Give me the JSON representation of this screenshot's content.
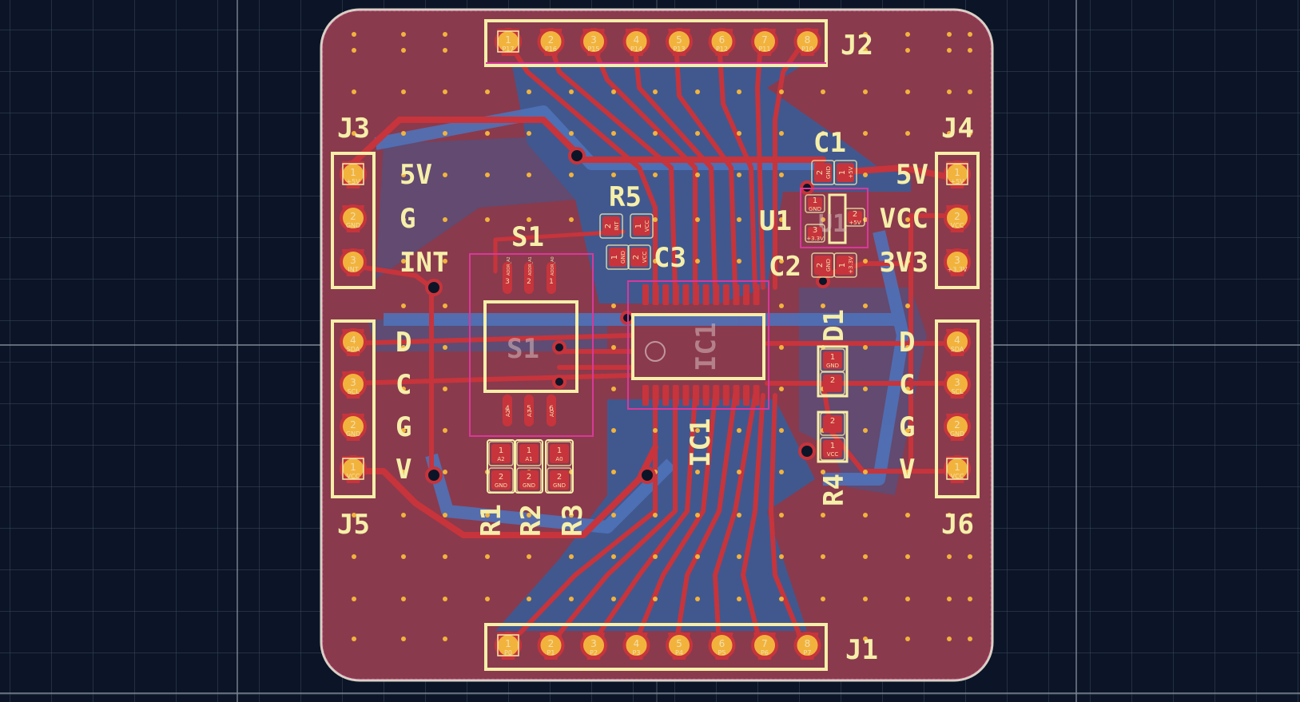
{
  "board": {
    "colors": {
      "background": "#0b1527",
      "grid": "#3d4a5e",
      "grid_major": "#9aa3ad",
      "board_fill": "#8a3a4d",
      "back_copper": "#3e5a93",
      "front_copper": "#c7343b",
      "silkscreen": "#f5efa9",
      "edge_cuts": "#d8d0c4",
      "via_dot": "#f2b33d",
      "outline_magenta": "#d8389a"
    }
  },
  "connectors": {
    "J1": {
      "ref": "J1",
      "pins": [
        "1",
        "2",
        "3",
        "4",
        "5",
        "6",
        "7",
        "8"
      ],
      "pin_names": [
        "P0",
        "P1",
        "P2",
        "P3",
        "P4",
        "P5",
        "P6",
        "P7"
      ]
    },
    "J2": {
      "ref": "J2",
      "pins": [
        "1",
        "2",
        "3",
        "4",
        "5",
        "6",
        "7",
        "8"
      ],
      "pin_names": [
        "P17",
        "P16",
        "P15",
        "P14",
        "P13",
        "P12",
        "P11",
        "P10"
      ]
    },
    "J3": {
      "ref": "J3",
      "pins": [
        "1",
        "2",
        "3"
      ],
      "pin_names": [
        "+5V",
        "GND",
        "INT"
      ],
      "labels": [
        "5V",
        "G",
        "INT"
      ]
    },
    "J4": {
      "ref": "J4",
      "pins": [
        "1",
        "2",
        "3"
      ],
      "pin_names": [
        "+5V",
        "VCC",
        "+3.3V"
      ],
      "labels": [
        "5V",
        "VCC",
        "3V3"
      ]
    },
    "J5": {
      "ref": "J5",
      "pins": [
        "4",
        "3",
        "2",
        "1"
      ],
      "pin_names": [
        "SDA",
        "SCL",
        "GND",
        "VCC"
      ],
      "labels": [
        "D",
        "C",
        "G",
        "V"
      ]
    },
    "J6": {
      "ref": "J6",
      "pins": [
        "4",
        "3",
        "2",
        "1"
      ],
      "pin_names": [
        "SDA",
        "SCL",
        "GND",
        "VCC"
      ],
      "labels": [
        "D",
        "C",
        "G",
        "V"
      ]
    }
  },
  "components": {
    "C1": "C1",
    "C2": "C2",
    "C3": "C3",
    "U1": "U1",
    "U1_ghost": "U1",
    "R1": "R1",
    "R2": "R2",
    "R3": "R3",
    "R4": "R4",
    "R5": "R5",
    "S1": "S1",
    "S1_ghost": "S1",
    "IC1": "IC1",
    "IC1_ghost": "IC1",
    "D1": "D1"
  },
  "pad_text": {
    "s1_top": [
      {
        "n": "3",
        "l": "ADDR_A2"
      },
      {
        "n": "2",
        "l": "ADDR_A1"
      },
      {
        "n": "1",
        "l": "ADDR_A0"
      }
    ],
    "s1_bottom": [
      {
        "n": "4",
        "l": "A2"
      },
      {
        "n": "5",
        "l": "A1"
      },
      {
        "n": "6",
        "l": "A0"
      }
    ],
    "r_top": [
      "1",
      "1",
      "1"
    ],
    "r_top_names": [
      "A2",
      "A1",
      "A0"
    ],
    "r_bottom": [
      "2",
      "2",
      "2"
    ],
    "r_bottom_names": [
      "GND",
      "GND",
      "GND"
    ],
    "c1": [
      {
        "n": "2",
        "l": "GND"
      },
      {
        "n": "1",
        "l": "+5V"
      }
    ],
    "c2": [
      {
        "n": "2",
        "l": "GND"
      },
      {
        "n": "1",
        "l": "+3.3V"
      }
    ],
    "c3": [
      {
        "n": "1",
        "l": "GND"
      },
      {
        "n": "2",
        "l": "VCC"
      }
    ],
    "r5": [
      {
        "n": "2",
        "l": "INT"
      },
      {
        "n": "1",
        "l": "VCC"
      }
    ],
    "u1": [
      {
        "n": "1",
        "l": "GND"
      },
      {
        "n": "2",
        "l": "+5V"
      },
      {
        "n": "3",
        "l": "+3.3V"
      }
    ],
    "d1": [
      {
        "n": "1",
        "l": "GND"
      },
      {
        "n": "2",
        "l": ""
      }
    ],
    "r4": [
      {
        "n": "2",
        "l": ""
      },
      {
        "n": "1",
        "l": "VCC"
      }
    ]
  }
}
